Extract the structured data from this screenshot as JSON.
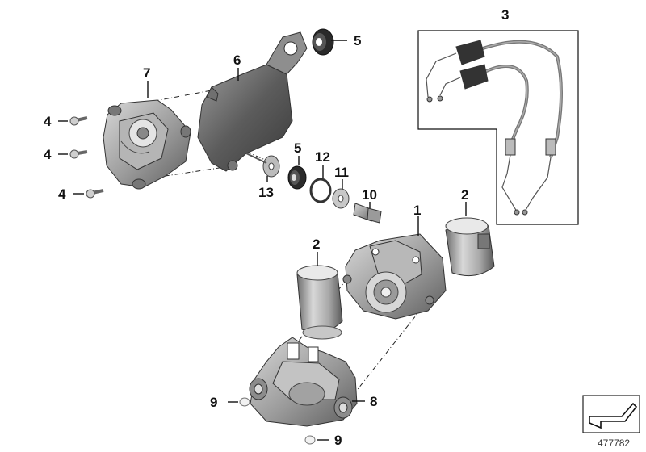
{
  "callouts": [
    {
      "id": "c1",
      "text": "1"
    },
    {
      "id": "c2a",
      "text": "2"
    },
    {
      "id": "c2b",
      "text": "2"
    },
    {
      "id": "c3",
      "text": "3"
    },
    {
      "id": "c4a",
      "text": "4"
    },
    {
      "id": "c4b",
      "text": "4"
    },
    {
      "id": "c4c",
      "text": "4"
    },
    {
      "id": "c5a",
      "text": "5"
    },
    {
      "id": "c5b",
      "text": "5"
    },
    {
      "id": "c6",
      "text": "6"
    },
    {
      "id": "c7",
      "text": "7"
    },
    {
      "id": "c8",
      "text": "8"
    },
    {
      "id": "c9a",
      "text": "9"
    },
    {
      "id": "c9b",
      "text": "9"
    },
    {
      "id": "c10",
      "text": "10"
    },
    {
      "id": "c11",
      "text": "11"
    },
    {
      "id": "c12",
      "text": "12"
    },
    {
      "id": "c13",
      "text": "13"
    }
  ],
  "reference_number": "477782",
  "icons": {
    "corner": "arrow-box-icon"
  },
  "colors": {
    "part_dark": "#5a5a5a",
    "part_mid": "#8c8c8c",
    "part_light": "#c8c8c8",
    "rubber": "#2a2a2a"
  }
}
